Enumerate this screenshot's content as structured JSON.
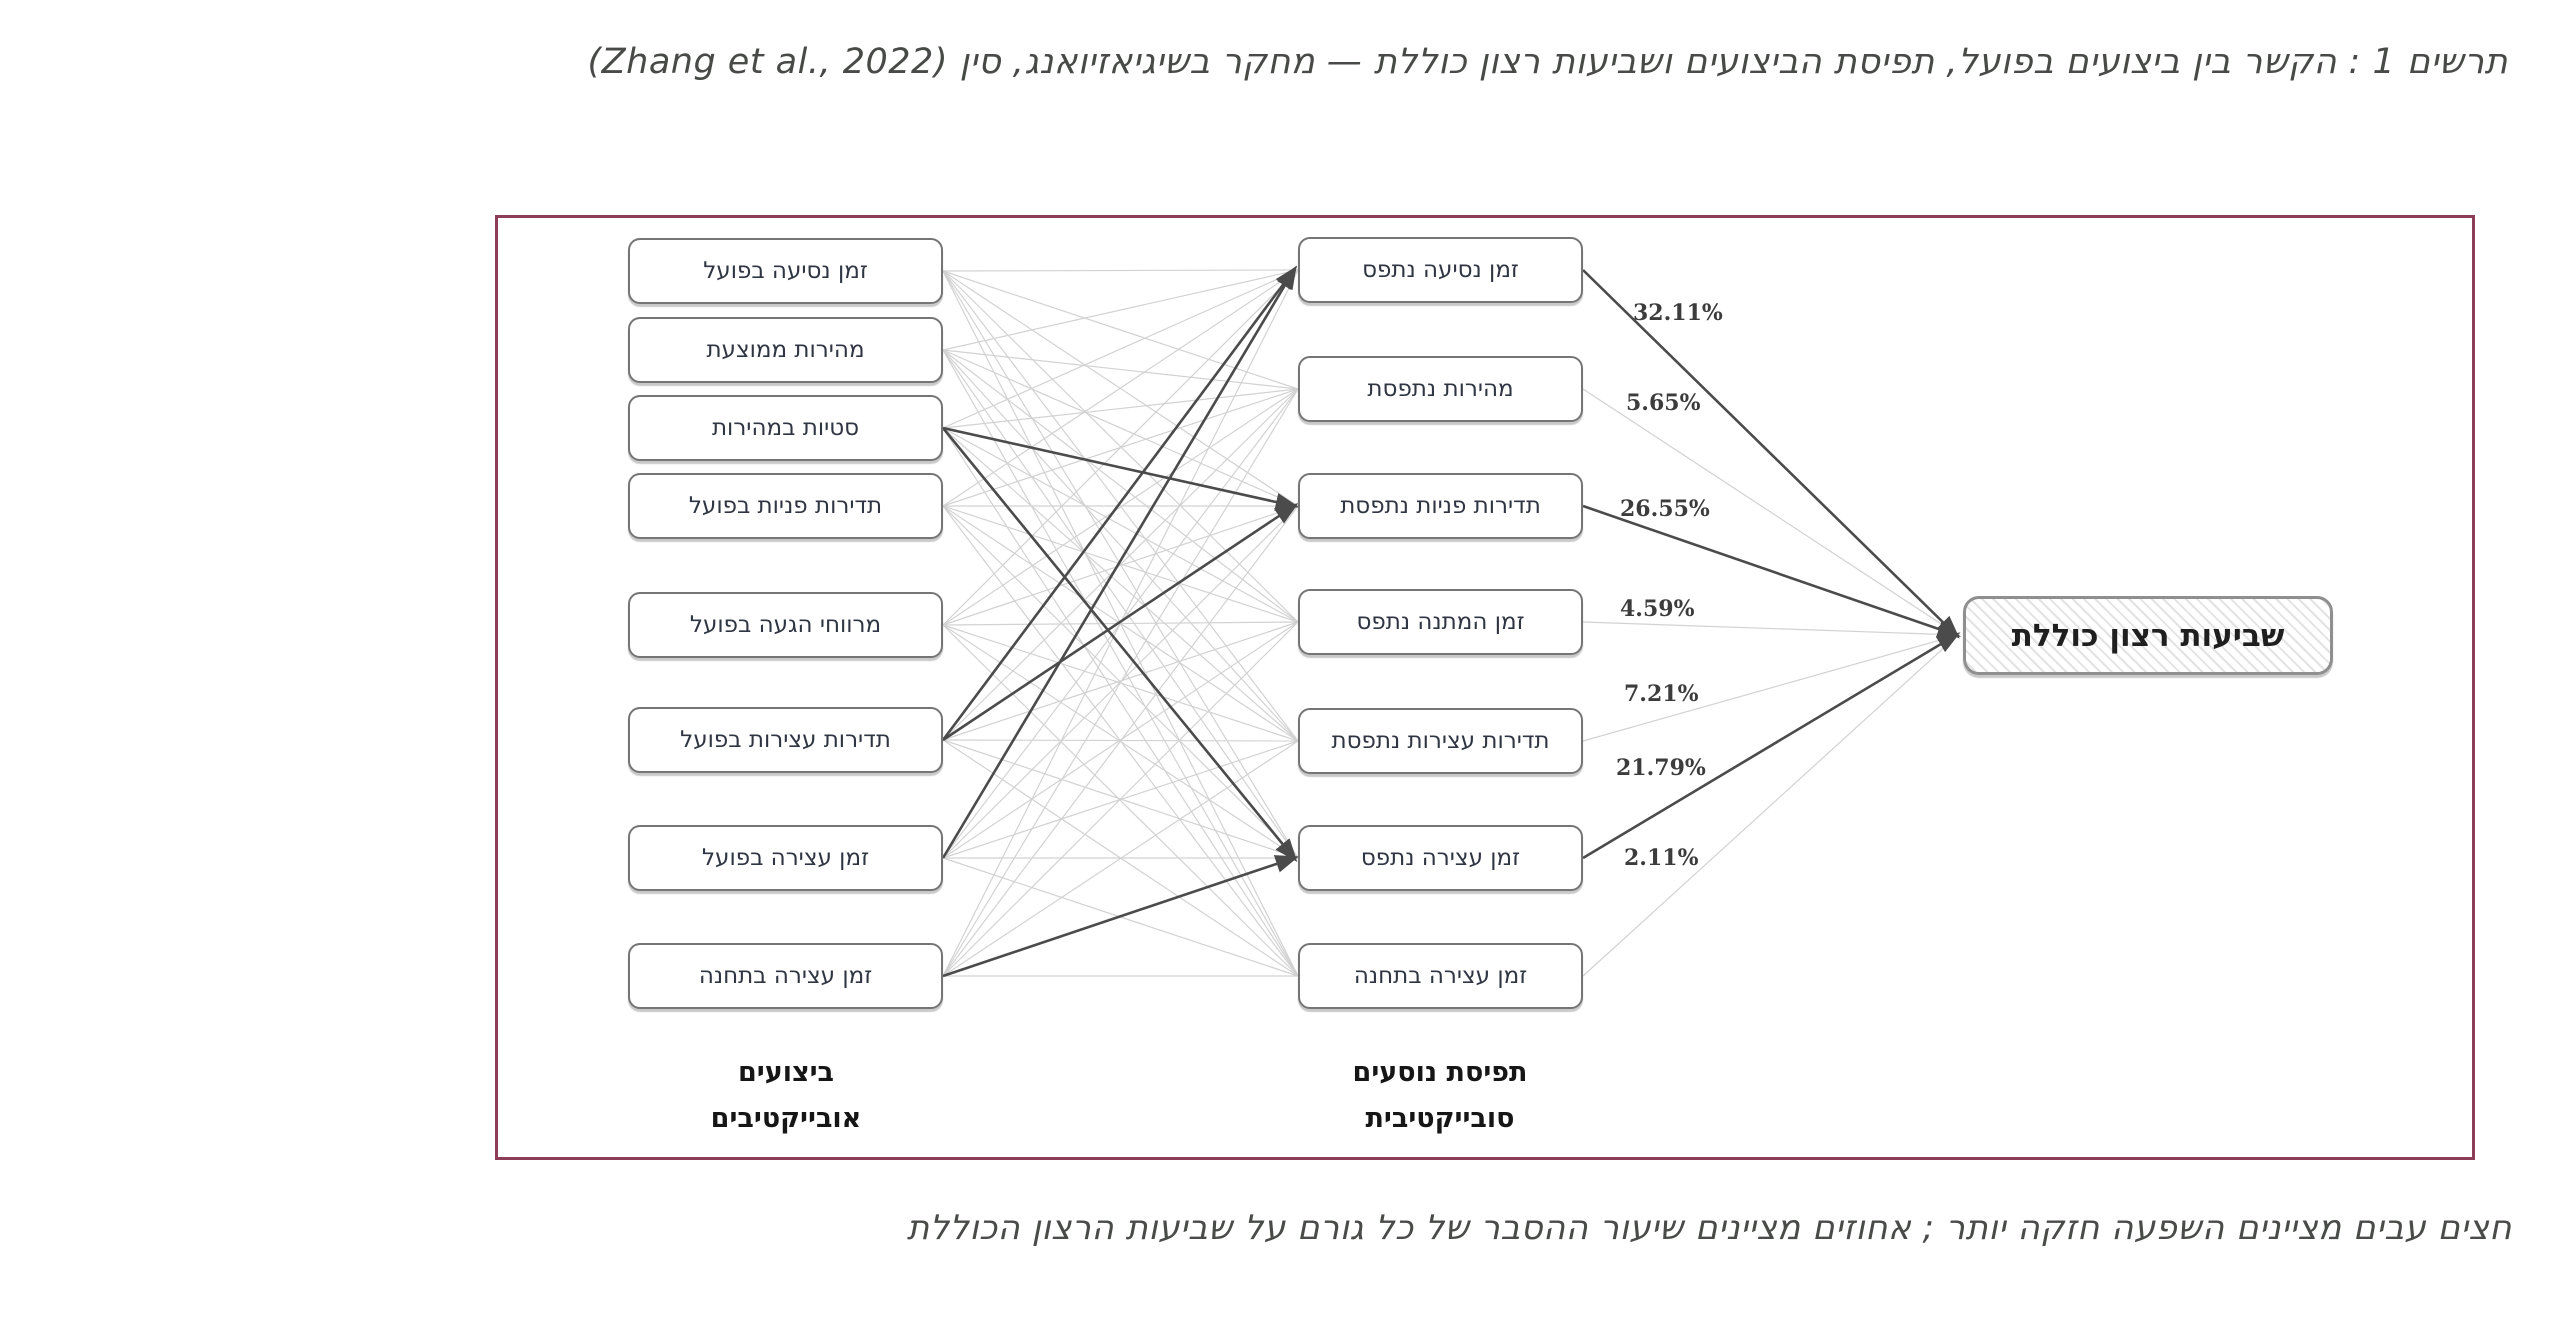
{
  "title": "תרשים 1 : הקשר בין ביצועים בפועל, תפיסת הביצועים ושביעות רצון כוללת — מחקר בשיגיאזיואנג, סין (Zhang et al., 2022)",
  "caption": "חצים עבים מציינים השפעה חזקה יותר ; אחוזים מציינים שיעור ההסבר של כל גורם על שביעות הרצון הכוללת",
  "diagram": {
    "left_nodes": [
      "זמן נסיעה בפועל",
      "מהירות ממוצעת",
      "סטיות במהירות",
      "תדירות פניות בפועל",
      "מרווחי הגעה בפועל",
      "תדירות עצירות בפועל",
      "זמן עצירה בפועל",
      "זמן עצירה בתחנה"
    ],
    "middle_nodes": [
      "זמן נסיעה נתפס",
      "מהירות נתפסת",
      "תדירות פניות נתפסת",
      "זמן המתנה נתפס",
      "תדירות עצירות נתפסת",
      "זמן עצירה נתפס",
      "זמן עצירה בתחנה"
    ],
    "overall_node": "שביעות רצון כוללת",
    "left_column_label": [
      "ביצועים",
      "אובייקטיבים"
    ],
    "middle_column_label": [
      "תפיסת נוסעים",
      "סובייקטיבית"
    ],
    "percentages": [
      "32.11%",
      "5.65%",
      "26.55%",
      "4.59%",
      "7.21%",
      "21.79%",
      "2.11%"
    ],
    "strong_left_middle_edges": [
      [
        2,
        2
      ],
      [
        2,
        5
      ],
      [
        5,
        0
      ],
      [
        6,
        0
      ],
      [
        7,
        5
      ],
      [
        5,
        2
      ]
    ],
    "strong_middle_right_edges": [
      0,
      2,
      5
    ],
    "colors": {
      "frame": "#8c3d58",
      "strong_line": "#4b4b4b",
      "light_line": "#d2d2d2",
      "box_border": "#757575",
      "node_text": "#2f3542"
    }
  }
}
